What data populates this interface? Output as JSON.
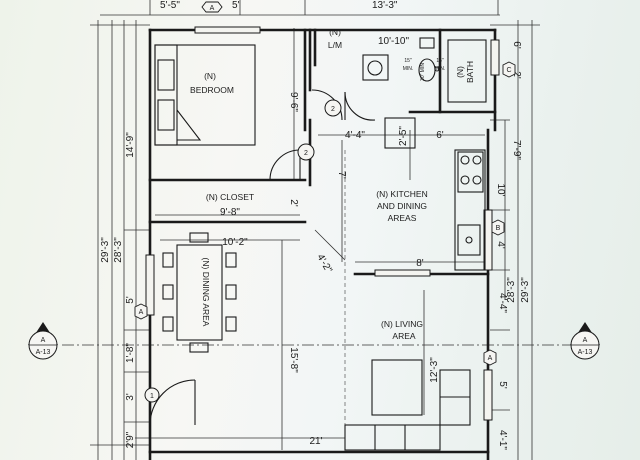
{
  "rooms": {
    "bedroom": [
      "(N)",
      "BEDROOM"
    ],
    "closet": "(N)  CLOSET",
    "kitchen": [
      "(N) KITCHEN",
      "AND DINING",
      "AREAS"
    ],
    "dining": "(N) DINING AREA",
    "living": [
      "(N) LIVING",
      "AREA"
    ],
    "lm": [
      "(N)",
      "L/M"
    ],
    "bath": [
      "(N)",
      "BATH"
    ]
  },
  "dimensions": {
    "top_left": "5'-5\"",
    "top_mid": "5'",
    "top_right": "13'-3\"",
    "bath_width": "10'-10\"",
    "closet_width": "9'-8\"",
    "dining_width": "10'-2\"",
    "kitchen_w1": "4'-4\"",
    "kitchen_w2": "6'",
    "living_width": "8'",
    "bottom_width": "21'",
    "left_outer": "29'-3\"",
    "left_mid": "28'-3\"",
    "left_bed": "14'-9\"",
    "left_5": "5'",
    "left_18": "1'-8\"",
    "left_3": "3'",
    "left_29": "2'9\"",
    "bed_height": "9'-6\"",
    "closet_depth": "2'",
    "kitchen_h": "7'",
    "diag": "4'-2\"",
    "counter_25": "2'-5\"",
    "right_outer": "29'-3\"",
    "right_mid": "28'-3\"",
    "right_79": "7'-9\"",
    "right_10": "10'",
    "right_4": "4'",
    "right_44": "4'-4\"",
    "right_5": "5'",
    "right_41": "4'-1\"",
    "right_top_6": "6'",
    "right_top_2": "2'",
    "living_123": "12'-3\"",
    "living_158": "15'-8\""
  },
  "door_tags": [
    "1",
    "2",
    "2"
  ],
  "window_tags": [
    "A",
    "A",
    "A",
    "B",
    "C"
  ],
  "section_markers": {
    "left": {
      "letter": "A",
      "ref": "A-13"
    },
    "right": {
      "letter": "A",
      "ref": "A-13"
    }
  },
  "fixture_notes": {
    "min_left": [
      "15\"",
      "MIN."
    ],
    "min_mid": [
      "30\" MIN"
    ],
    "min_right": [
      "15\"",
      "MIN."
    ]
  }
}
